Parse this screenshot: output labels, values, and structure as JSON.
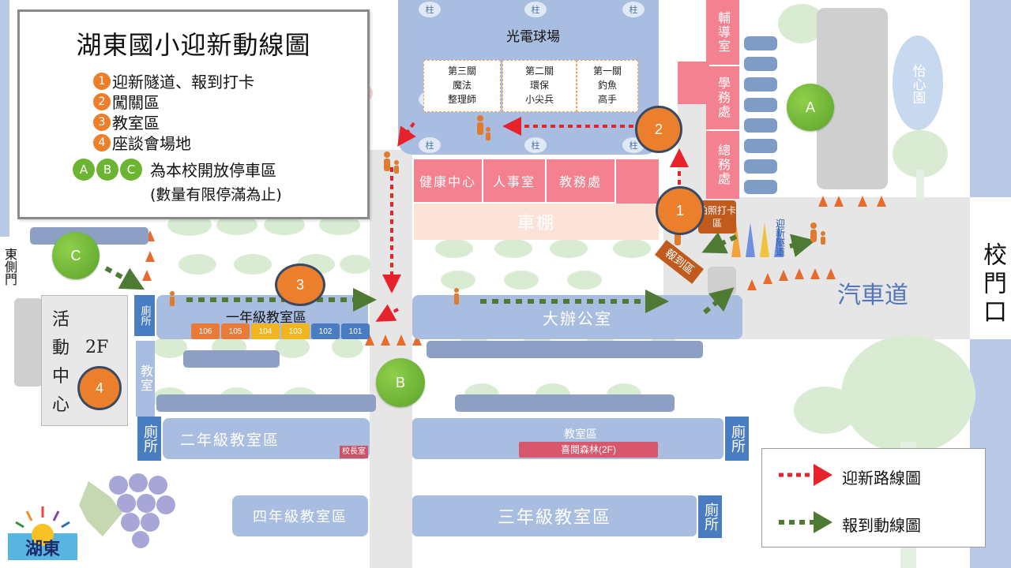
{
  "legend": {
    "title": "湖東國小迎新動線圖",
    "items": [
      {
        "num": "1",
        "text": "迎新隧道、報到打卡"
      },
      {
        "num": "2",
        "text": "闖關區"
      },
      {
        "num": "3",
        "text": "教室區"
      },
      {
        "num": "4",
        "text": "座談會場地"
      }
    ],
    "parking_letters": [
      "A",
      "B",
      "C"
    ],
    "parking_text": "為本校開放停車區",
    "parking_note": "(數量有限停滿為止)"
  },
  "buildings": {
    "stadium": "光電球場",
    "pillar": "柱",
    "gates": [
      {
        "line1": "第三關",
        "line2": "魔法",
        "line3": "整理師"
      },
      {
        "line1": "第二關",
        "line2": "環保",
        "line3": "小尖兵"
      },
      {
        "line1": "第一關",
        "line2": "釣魚",
        "line3": "高手"
      }
    ],
    "health": "健康中心",
    "personnel": "人事室",
    "general_affairs": "教務處",
    "shed": "車棚",
    "counseling": "輔導室",
    "student_affairs": "學務處",
    "general_office": "總務處",
    "first_grade": "一年級教室區",
    "rooms": [
      "106",
      "105",
      "104",
      "103",
      "102",
      "101"
    ],
    "main_office": "大辦公室",
    "activity_center": "活動中心",
    "activity_2f": "2F",
    "classroom": "教室",
    "toilet": "廁所",
    "second_grade": "二年級教室區",
    "principal": "校長室",
    "classroom_area": "教室區",
    "forest": "喜閱森林(2F)",
    "fourth_grade": "四年級教室區",
    "third_grade": "三年級教室區",
    "photo_checkin": "拍照打卡區",
    "report": "報到區",
    "tunnel": "迎新隧道",
    "east_gate": "東側門",
    "school_gate": "校門口",
    "driveway": "汽車道",
    "yixin": "怡心園",
    "logo": "湖東"
  },
  "markers": {
    "orange": [
      {
        "id": "1",
        "label": "1"
      },
      {
        "id": "2",
        "label": "2"
      },
      {
        "id": "3",
        "label": "3"
      },
      {
        "id": "4",
        "label": "4"
      }
    ],
    "green": [
      {
        "id": "A",
        "label": "A"
      },
      {
        "id": "B",
        "label": "B"
      },
      {
        "id": "C",
        "label": "C"
      }
    ]
  },
  "route_legend": {
    "welcome": "迎新路線圖",
    "report": "報到動線圖"
  },
  "colors": {
    "building": "#a9bde0",
    "office": "#f4818f",
    "marker_orange": "#ec7f2c",
    "marker_green": "#6bb533",
    "route_red": "#e8222a",
    "route_green": "#4e7a34"
  }
}
